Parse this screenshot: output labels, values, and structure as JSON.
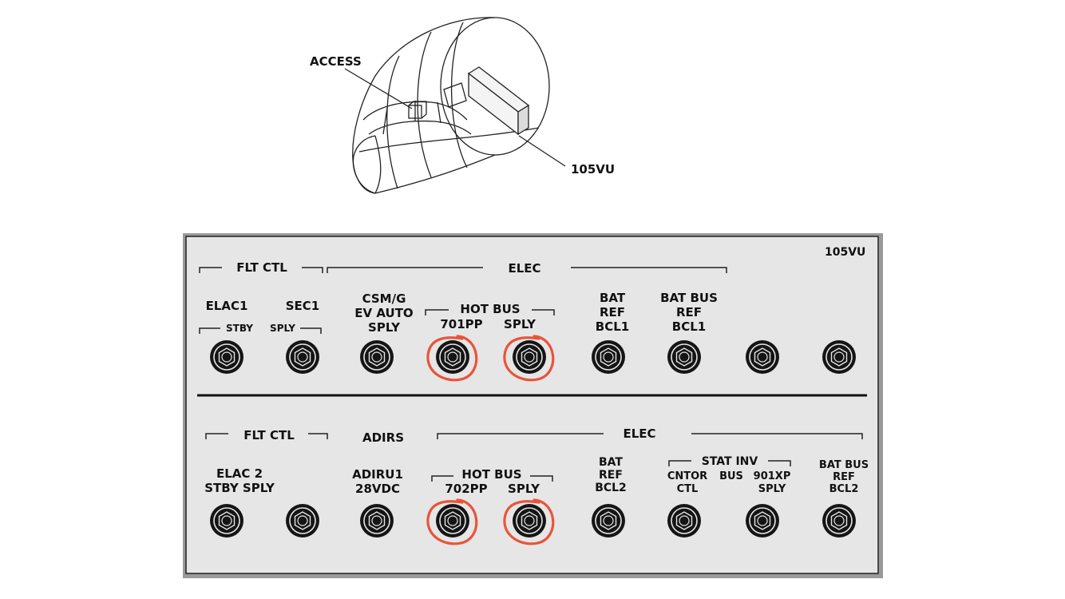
{
  "illustration": {
    "access_label": "ACCESS",
    "panel_callout": "105VU"
  },
  "panel": {
    "id_label": "105VU",
    "top_row": {
      "group_left": "FLT CTL",
      "group_right": "ELEC",
      "breakers": [
        {
          "label_lines": [
            "ELAC1"
          ],
          "highlighted": false
        },
        {
          "label_lines": [
            "SEC1"
          ],
          "highlighted": false
        },
        {
          "label_lines": [
            "CSM/G",
            "EV AUTO",
            "SPLY"
          ],
          "highlighted": false
        },
        {
          "label_lines": [
            "701PP"
          ],
          "highlighted": true
        },
        {
          "label_lines": [
            "SPLY"
          ],
          "highlighted": true
        },
        {
          "label_lines": [
            "BAT",
            "REF",
            "BCL1"
          ],
          "highlighted": false
        },
        {
          "label_lines": [
            "BAT BUS",
            "REF",
            "BCL1"
          ],
          "highlighted": false
        },
        {
          "label_lines": [],
          "highlighted": false
        },
        {
          "label_lines": [],
          "highlighted": false
        }
      ],
      "sub_groups": [
        {
          "label": "STBY"
        },
        {
          "label": "SPLY"
        },
        {
          "label": "HOT BUS"
        }
      ]
    },
    "bottom_row": {
      "group_left": "FLT CTL",
      "group_mid": "ADIRS",
      "group_right": "ELEC",
      "breakers": [
        {
          "label_lines": [
            "ELAC 2",
            "STBY SPLY"
          ],
          "highlighted": false
        },
        {
          "label_lines": [],
          "highlighted": false
        },
        {
          "label_lines": [
            "ADIRU1",
            "28VDC"
          ],
          "highlighted": false
        },
        {
          "label_lines": [
            "702PP"
          ],
          "highlighted": true
        },
        {
          "label_lines": [
            "SPLY"
          ],
          "highlighted": true
        },
        {
          "label_lines": [
            "BAT",
            "REF",
            "BCL2"
          ],
          "highlighted": false
        },
        {
          "label_lines": [
            "CNTOR",
            "CTL"
          ],
          "highlighted": false
        },
        {
          "label_lines": [
            "901XP",
            "SPLY"
          ],
          "highlighted": false
        },
        {
          "label_lines": [
            "BAT BUS",
            "REF",
            "BCL2"
          ],
          "highlighted": false
        }
      ],
      "sub_groups": [
        {
          "label": "HOT BUS"
        },
        {
          "label": "STAT INV"
        },
        {
          "label": "BUS"
        }
      ]
    },
    "colors": {
      "panel_face": "#e6e6e6",
      "marker": "#e8553a"
    }
  }
}
